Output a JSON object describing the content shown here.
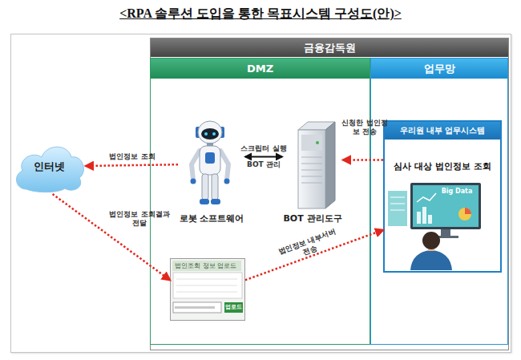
{
  "diagram": {
    "title": "<RPA 솔루션 도입을 통한 목표시스템 구성도(안)>",
    "nodes": [
      {
        "text": [
          "금융감독원"
        ]
      },
      {
        "text": [
          "DMZ"
        ],
        "in": 0
      },
      {
        "text": [
          "업무망"
        ],
        "in": 0
      },
      {
        "text": [
          "인터넷"
        ]
      },
      {
        "text": [
          "로봇 소프트웨어"
        ],
        "in": 1
      },
      {
        "text": [
          "BOT 관리도구"
        ],
        "in": 1
      },
      {
        "text": [
          "우리원 내부 업무시스템",
          "심사 대상 법인정보 조회"
        ],
        "in": 2
      },
      {
        "text": [
          "법인조회 정보 업로드",
          "업로드"
        ],
        "in": 1
      }
    ],
    "edges": [
      {
        "from": 4,
        "to": 3,
        "arrow": "to",
        "label": "법인정보 조회"
      },
      {
        "from": 4,
        "to": 5,
        "arrow": "both",
        "label": "스크립터 실행"
      },
      {
        "from": 6,
        "to": 5,
        "arrow": "to",
        "label": "신청한 법인정보 전송"
      },
      {
        "from": 3,
        "to": 7,
        "arrow": "to",
        "label": "법인정보 조회결과 전달"
      },
      {
        "from": 7,
        "to": 6,
        "arrow": "to",
        "label": "법인정보 내부서버 전송"
      }
    ],
    "labels": [
      "BOT 관리",
      "Big Data"
    ]
  }
}
